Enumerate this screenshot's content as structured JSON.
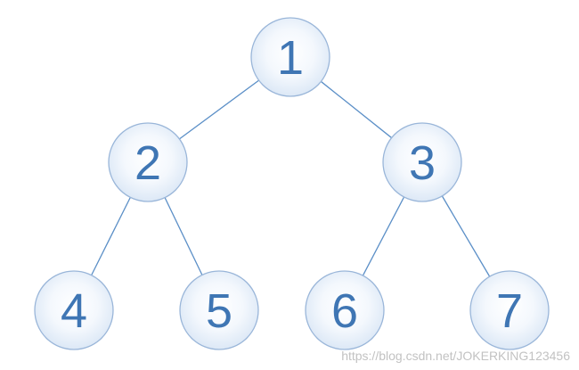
{
  "colors": {
    "background": "#ffffff",
    "edge": "#5b8fc7",
    "node_fill_center": "#ffffff",
    "node_fill_edge": "#dce8f6",
    "node_stroke": "#9ab6d9",
    "label": "#3f76b4",
    "watermark": "#c2c2c2"
  },
  "tree": {
    "nodes": [
      {
        "id": "n1",
        "label": "1"
      },
      {
        "id": "n2",
        "label": "2"
      },
      {
        "id": "n3",
        "label": "3"
      },
      {
        "id": "n4",
        "label": "4"
      },
      {
        "id": "n5",
        "label": "5"
      },
      {
        "id": "n6",
        "label": "6"
      },
      {
        "id": "n7",
        "label": "7"
      }
    ],
    "edges": [
      {
        "from": "n1",
        "to": "n2"
      },
      {
        "from": "n1",
        "to": "n3"
      },
      {
        "from": "n2",
        "to": "n4"
      },
      {
        "from": "n2",
        "to": "n5"
      },
      {
        "from": "n3",
        "to": "n6"
      },
      {
        "from": "n3",
        "to": "n7"
      }
    ]
  },
  "watermark": {
    "text": "https://blog.csdn.net/JOKERKING123456"
  }
}
